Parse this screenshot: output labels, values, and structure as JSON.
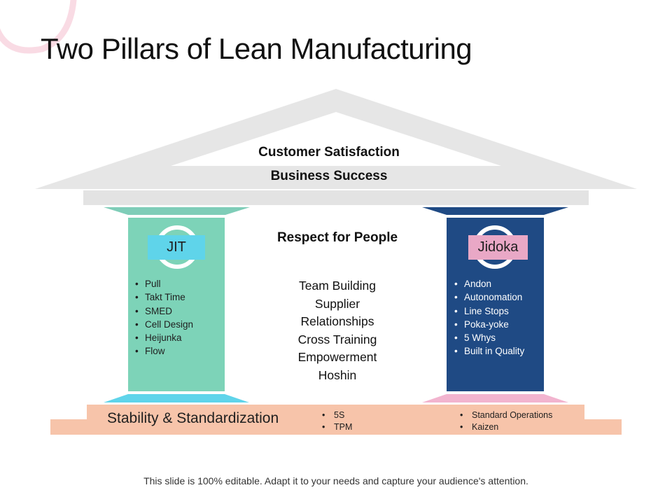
{
  "title": "Two Pillars of Lean Manufacturing",
  "roof": {
    "top_label": "Customer Satisfaction",
    "bottom_label": "Business Success"
  },
  "center": {
    "heading": "Respect for People",
    "items": [
      "Team Building",
      "Supplier",
      "Relationships",
      "Cross Training",
      "Empowerment",
      "Hoshin"
    ]
  },
  "left_pillar": {
    "label": "JIT",
    "items": [
      "Pull",
      "Takt Time",
      "SMED",
      "Cell Design",
      "Heijunka",
      "Flow"
    ]
  },
  "right_pillar": {
    "label": "Jidoka",
    "items": [
      "Andon",
      "Autonomation",
      "Line Stops",
      "Poka-yoke",
      "5 Whys",
      "Built in Quality"
    ]
  },
  "base": {
    "label": "Stability & Standardization",
    "items_left": [
      "5S",
      "TPM"
    ],
    "items_right": [
      "Standard Operations",
      "Kaizen"
    ]
  },
  "footer": "This slide is 100% editable. Adapt it to your needs and capture your audience's attention.",
  "colors": {
    "roof": "#e6e6e6",
    "beam": "#e3e3e3",
    "left_pillar": "#7dd3b8",
    "left_capital": "#7fcdb8",
    "left_plinth": "#5fd4ea",
    "right_pillar": "#1f4a84",
    "right_plinth": "#f2b4cf",
    "base": "#f7c4aa",
    "accent_arc": "#f9dbe4"
  }
}
